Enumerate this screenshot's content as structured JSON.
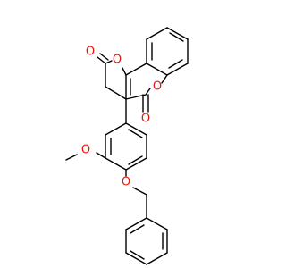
{
  "molecule": {
    "atom_labels": {
      "o_carbonyl_lactone": "O",
      "o_pyran_ring": "O",
      "o_chromene_ring": "O",
      "o_carbonyl_chromone": "O",
      "o_methoxy": "O",
      "o_benzyloxy": "O"
    },
    "colors": {
      "bond": "#000000",
      "oxygen": "#e8170d",
      "background": "#ffffff"
    }
  }
}
